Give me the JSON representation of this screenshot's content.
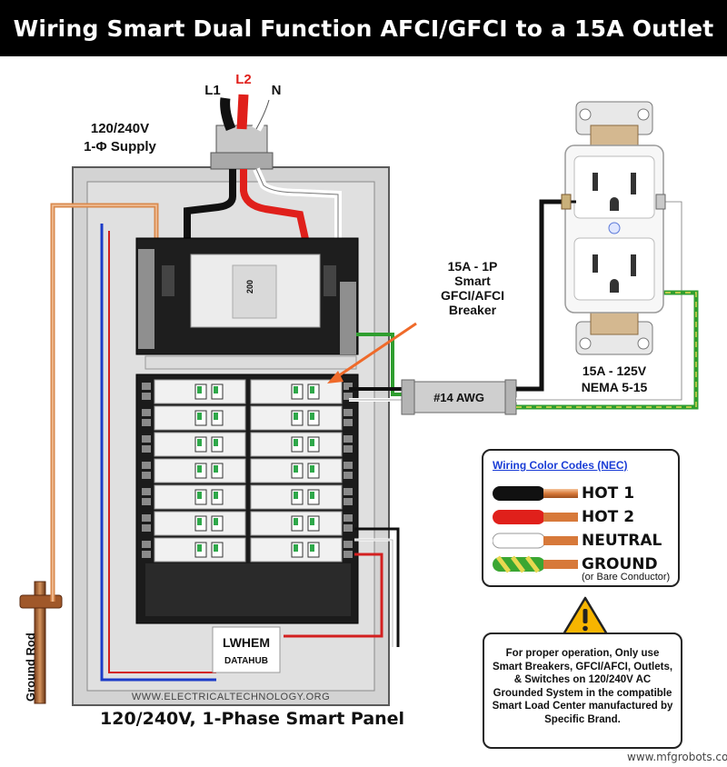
{
  "title": "Wiring Smart Dual Function AFCI/GFCI to a 15A Outlet",
  "wires": {
    "l1": "L1",
    "l2": "L2",
    "n": "N"
  },
  "supply": {
    "line1": "120/240V",
    "line2": "1-Φ Supply"
  },
  "breaker": {
    "main_rating": "200"
  },
  "breaker_label": {
    "line1": "15A - 1P",
    "line2": "Smart",
    "line3": "GFCI/AFCI",
    "line4": "Breaker"
  },
  "cable_label": "#14 AWG",
  "outlet_label": {
    "line1": "15A - 125V",
    "line2": "NEMA 5-15"
  },
  "hub": {
    "line1": "LWHEM",
    "line2": "DATAHUB"
  },
  "panel_url": "WWW.ELECTRICALTECHNOLOGY.ORG",
  "panel_caption": "120/240V, 1-Phase Smart Panel",
  "ground_rod": "Ground Rod",
  "legend": {
    "title": "Wiring Color Codes (NEC)",
    "hot1": "HOT 1",
    "hot2": "HOT 2",
    "neutral": "NEUTRAL",
    "ground": "GROUND",
    "ground_sub": "(or Bare Conductor)"
  },
  "note": "For proper operation, Only use Smart Breakers, GFCI/AFCI, Outlets, & Switches on 120/240V AC Grounded System in the compatible Smart Load Center manufactured by Specific Brand.",
  "watermark": "www.mfgrobots.com",
  "colors": {
    "hot1": "#111111",
    "hot2": "#e0201b",
    "neutral": "#ffffff",
    "ground": "#3aa632",
    "copper": "#e39b60",
    "arrow": "#ef6a2a",
    "legend_title": "#1a3dd6"
  }
}
